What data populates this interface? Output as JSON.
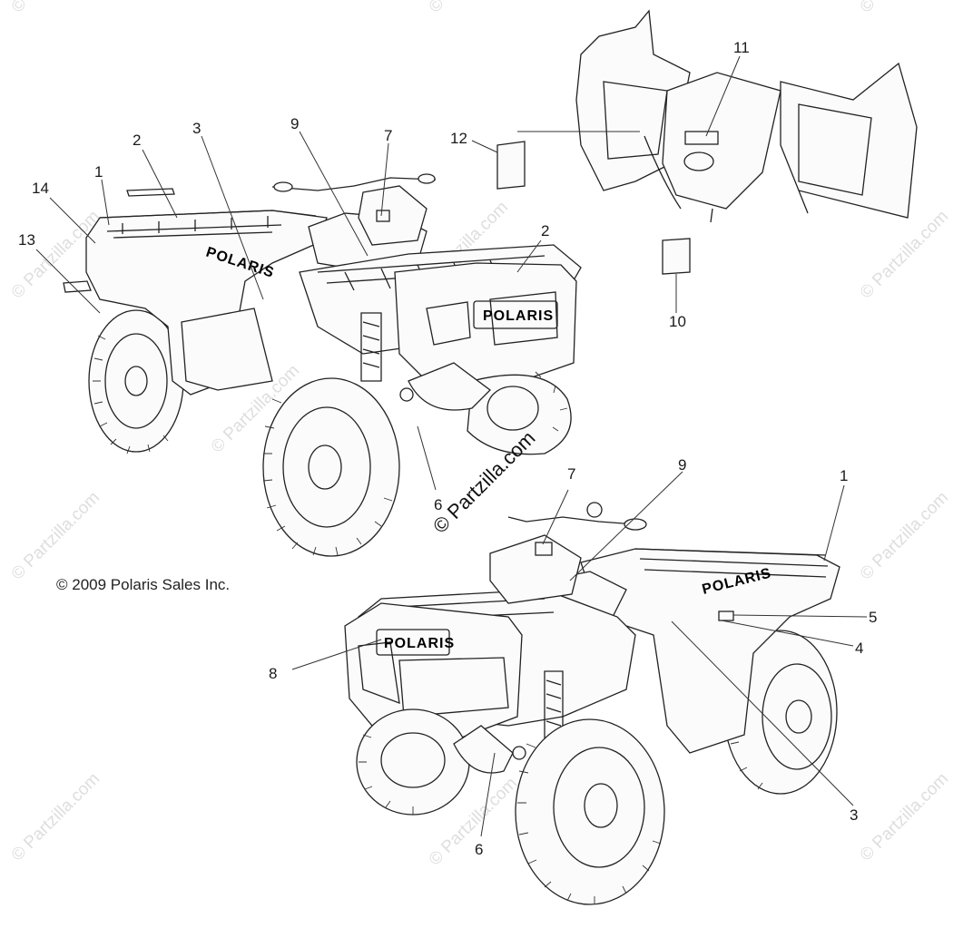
{
  "callouts": {
    "top_left": {
      "c1": "1",
      "c2": "2",
      "c3": "3",
      "c7": "7",
      "c9": "9",
      "c13": "13",
      "c14": "14",
      "c2b": "2",
      "c6": "6"
    },
    "top_right": {
      "c11": "11",
      "c12": "12",
      "c10": "10"
    },
    "bottom": {
      "c7": "7",
      "c9": "9",
      "c1": "1",
      "c5": "5",
      "c4": "4",
      "c8": "8",
      "c3": "3",
      "c6": "6"
    }
  },
  "brand_labels": {
    "front_grille_top": "POLARIS",
    "side_top": "POLARIS",
    "front_grille_bottom": "POLARIS",
    "side_bottom": "POLARIS"
  },
  "copyright": "© 2009 Polaris Sales Inc.",
  "center_watermark": "© Partzilla.com",
  "watermarks": [
    "© Partzilla.com",
    "© Partzilla.com",
    "© Partzilla.com",
    "© Partzilla.com",
    "© Partzilla.com",
    "© Partzilla.com",
    "© Partzilla.com",
    "© Partzilla.com",
    "© Partzilla.com",
    "© Partzilla.com",
    "© Partzilla.com",
    "© Partzilla.com"
  ]
}
